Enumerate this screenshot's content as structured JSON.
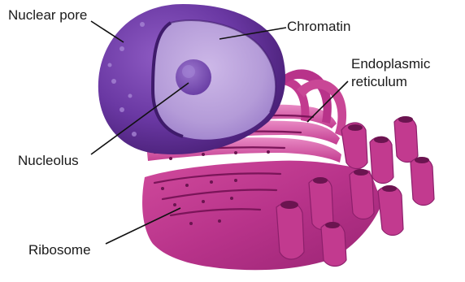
{
  "labels": {
    "nuclear_pore": "Nuclear pore",
    "chromatin": "Chromatin",
    "er_line1": "Endoplasmic",
    "er_line2": "reticulum",
    "nucleolus": "Nucleolus",
    "ribosome": "Ribosome"
  },
  "colors": {
    "nucleus_dark": "#5a2d8c",
    "nucleus_mid": "#7a45b0",
    "nucleus_light": "#b49bd8",
    "nucleolus": "#7c52b6",
    "er_dark": "#8c1f6b",
    "er_mid": "#c23a8f",
    "er_light": "#e47cbd"
  }
}
